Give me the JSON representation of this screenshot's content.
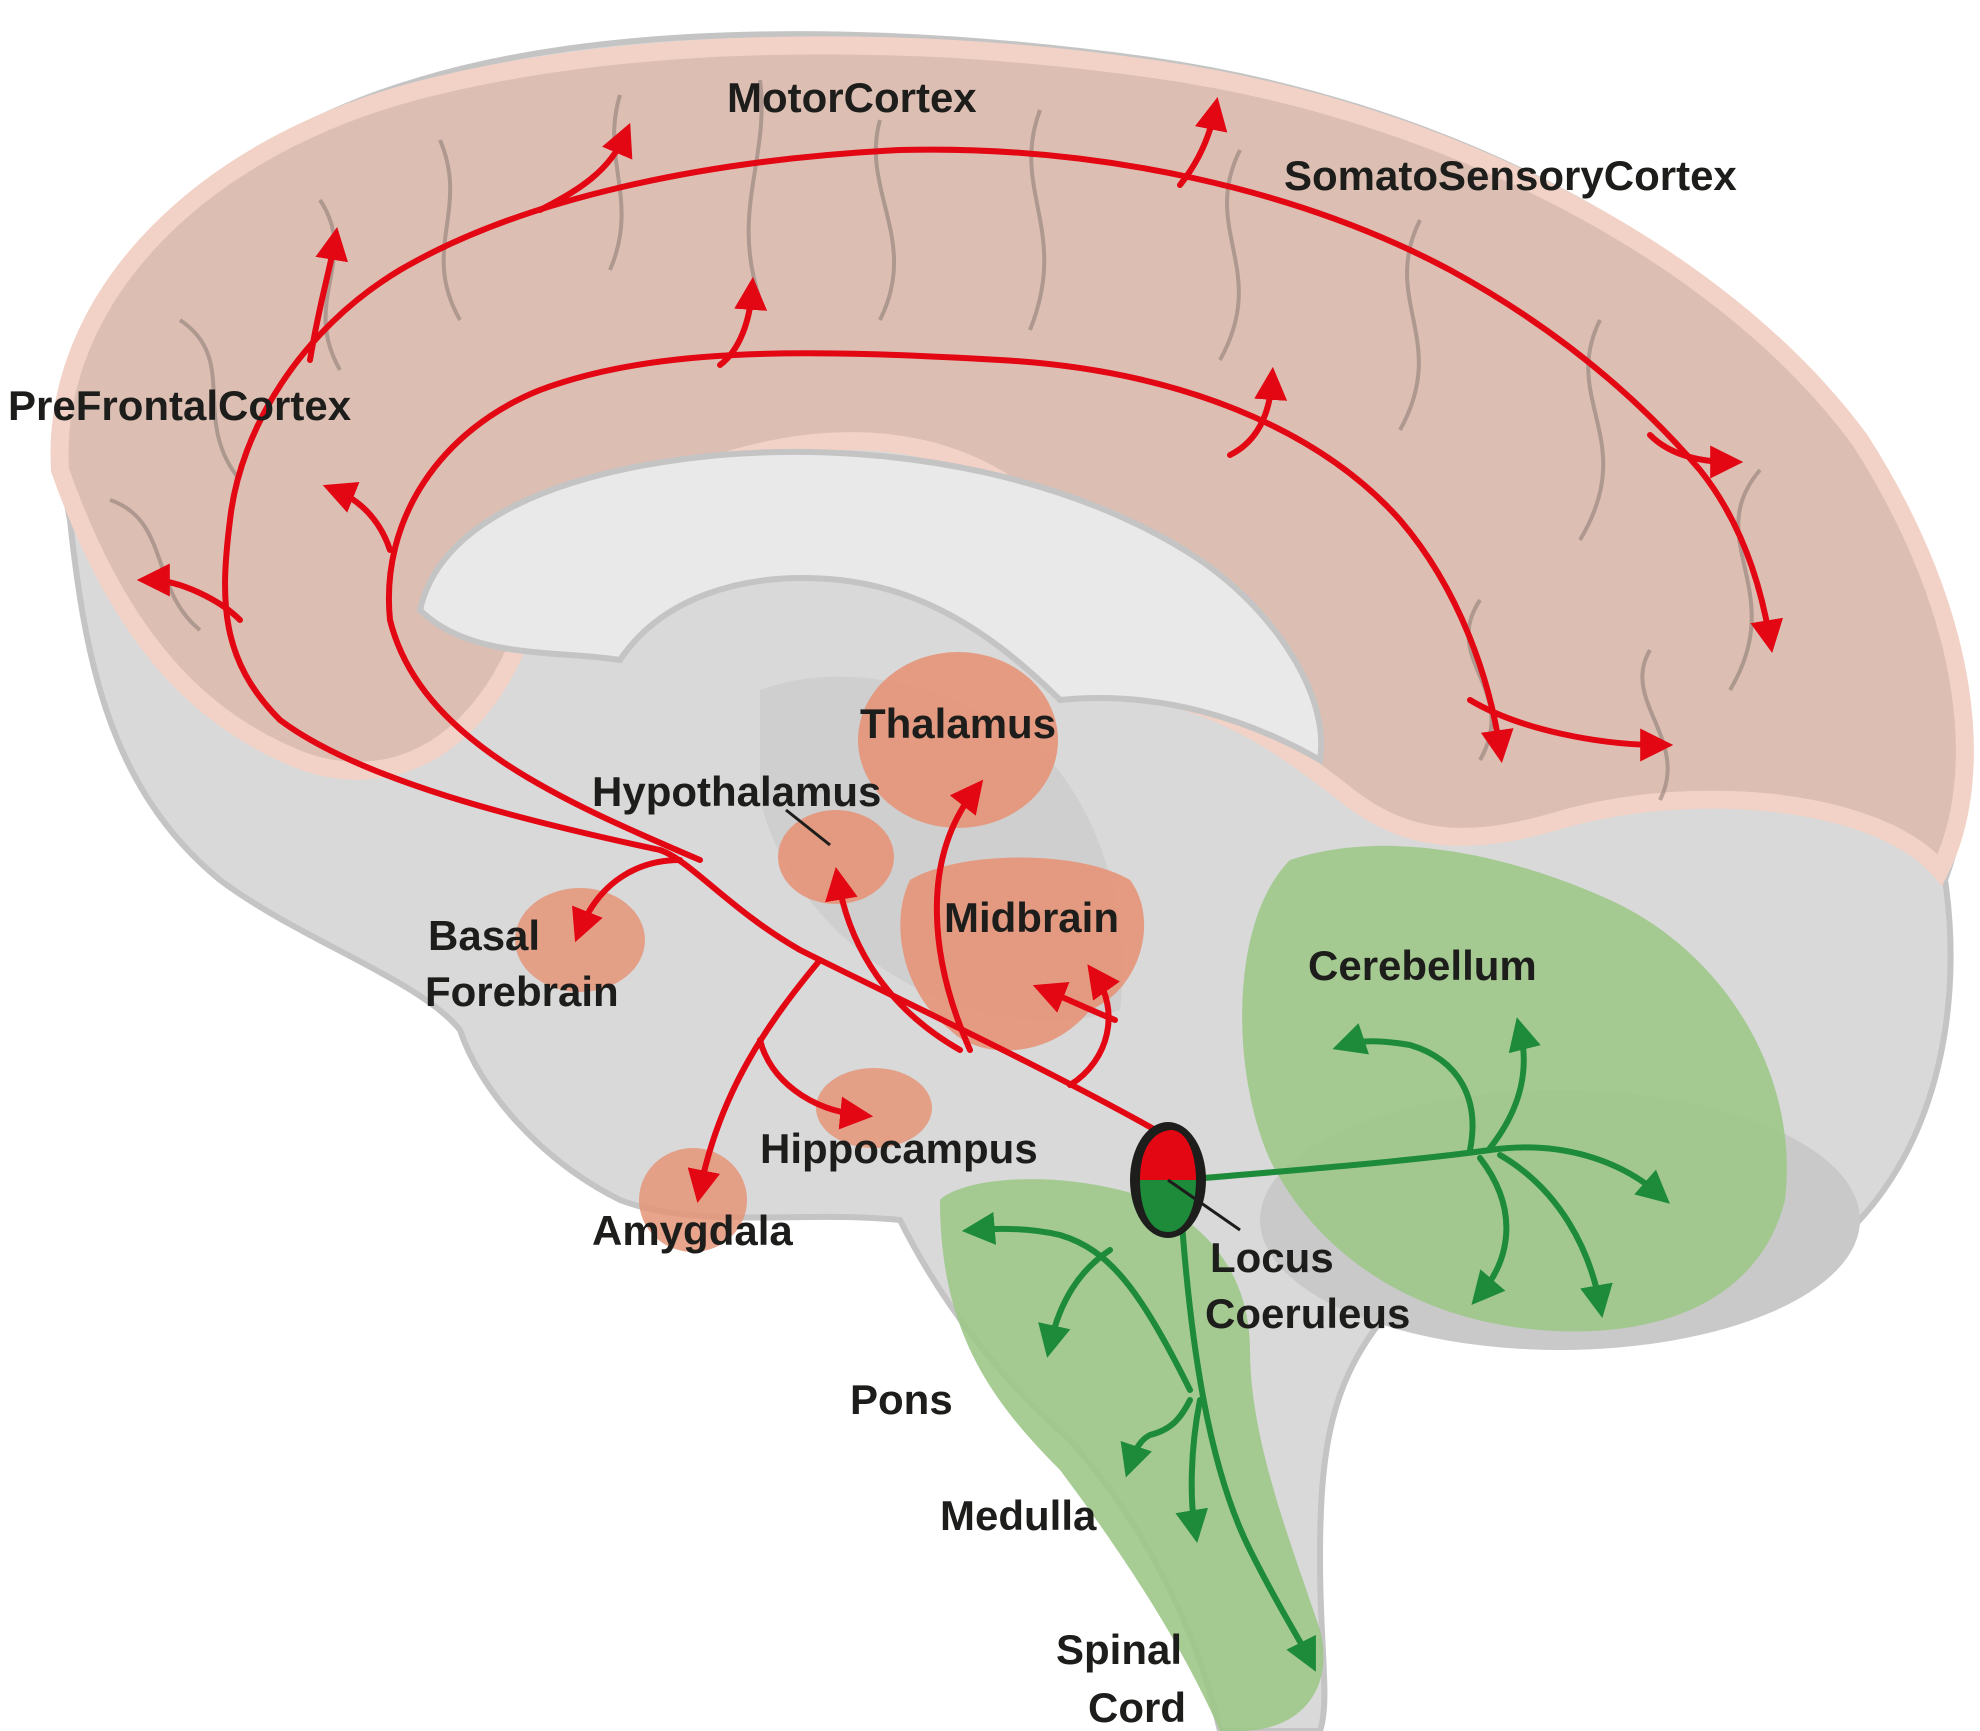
{
  "labels": {
    "motor_cortex": "MotorCortex",
    "somatosensory_cortex": "SomatoSensoryCortex",
    "prefrontal_cortex": "PreFrontalCortex",
    "thalamus": "Thalamus",
    "hypothalamus": "Hypothalamus",
    "midbrain": "Midbrain",
    "basal_line1": "Basal",
    "basal_line2": "Forebrain",
    "cerebellum": "Cerebellum",
    "hippocampus": "Hippocampus",
    "amygdala": "Amygdala",
    "locus_line1": "Locus",
    "locus_line2": "Coeruleus",
    "pons": "Pons",
    "medulla": "Medulla",
    "spinal_line1": "Spinal",
    "spinal_line2": "Cord"
  },
  "colors": {
    "cortex": "#dcbfb2",
    "cortex_outer": "#f2d2c6",
    "brain_grey": "#d9d9d9",
    "brain_grey_dark": "#bdbdbd",
    "nucleus": "#e59478",
    "green_region": "#9dc88a",
    "red_projection": "#e30613",
    "green_projection": "#1d8b3a"
  }
}
